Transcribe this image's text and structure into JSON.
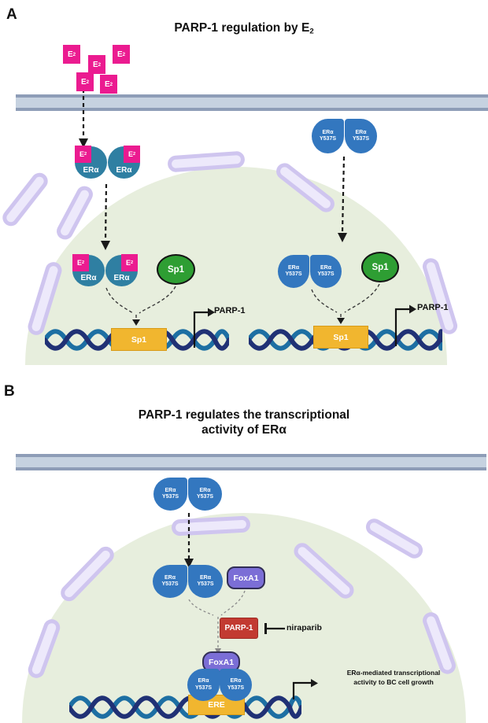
{
  "figure": {
    "panel_a": {
      "label": "A",
      "title": "PARP-1 regulation by E",
      "title_subscript": "2"
    },
    "panel_b": {
      "label": "B",
      "title_line1": "PARP-1 regulates the transcriptional",
      "title_line2": "activity of ERα"
    }
  },
  "labels": {
    "e2_main": "E",
    "e2_sub": "2",
    "era": "ERα",
    "era_mut_line1": "ERα",
    "era_mut_line2": "Y537S",
    "sp1": "Sp1",
    "sp1_site": "Sp1",
    "parp1_gene": "PARP-1",
    "foxa1": "FoxA1",
    "parp1_protein": "PARP-1",
    "inhibitor": "niraparib",
    "ere_site": "ERE",
    "output_line1": "ERα-mediated transcriptional",
    "output_line2": "activity to BC cell growth"
  },
  "colors": {
    "e2_pink": "#EB1B90",
    "era_teal": "#2F7FA2",
    "era_mut_blue": "#3377BF",
    "sp1_green": "#2E9E33",
    "foxa1_purple": "#7B6ED6",
    "parp1_red": "#C23A31",
    "site_yellow": "#F1B62F",
    "dna_navy": "#203175",
    "dna_teal": "#1D6FA3",
    "nucleus_fill": "#E7EEDD",
    "envelope_lavender": "#CFC5EF",
    "membrane_fill": "#C6D2E0",
    "membrane_edge": "#8E9DB7"
  }
}
